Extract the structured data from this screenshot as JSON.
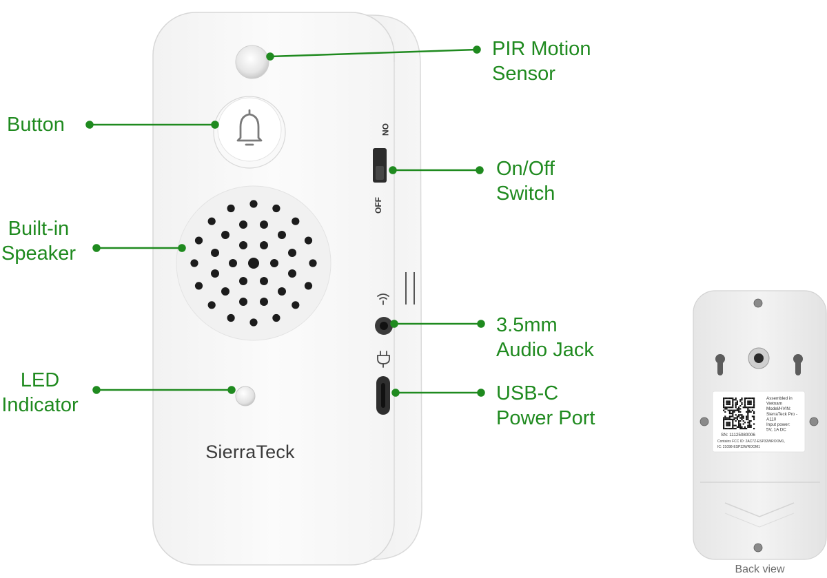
{
  "brand": {
    "logo_text": "SierraTeck"
  },
  "switch": {
    "on_text": "ON",
    "off_text": "OFF"
  },
  "callouts": {
    "pir": {
      "line1": "PIR Motion",
      "line2": "Sensor"
    },
    "button": {
      "line1": "Button"
    },
    "switch": {
      "line1": "On/Off",
      "line2": "Switch"
    },
    "speaker": {
      "line1": "Built-in",
      "line2": "Speaker"
    },
    "audio": {
      "line1": "3.5mm",
      "line2": "Audio Jack"
    },
    "led": {
      "line1": "LED",
      "line2": "Indicator"
    },
    "usb": {
      "line1": "USB-C",
      "line2": "Power Port"
    }
  },
  "back_label": {
    "lines": [
      "Assembled in",
      "Vietnam",
      "Model/HVIN:",
      "SierraTeck Pro -",
      "A110",
      "Input power:",
      "5V, 1A DC"
    ],
    "sn": "SN: 11125080006",
    "fcc": "Contains FCC ID: 2AC7Z-ESP32WROOM1,",
    "ic": "IC: 21098-ESP32WROOM1"
  },
  "back_caption": "Back view",
  "colors": {
    "callout": "#1f8a1f",
    "device": "#f6f6f6",
    "device_edge": "#dcdcdc"
  }
}
